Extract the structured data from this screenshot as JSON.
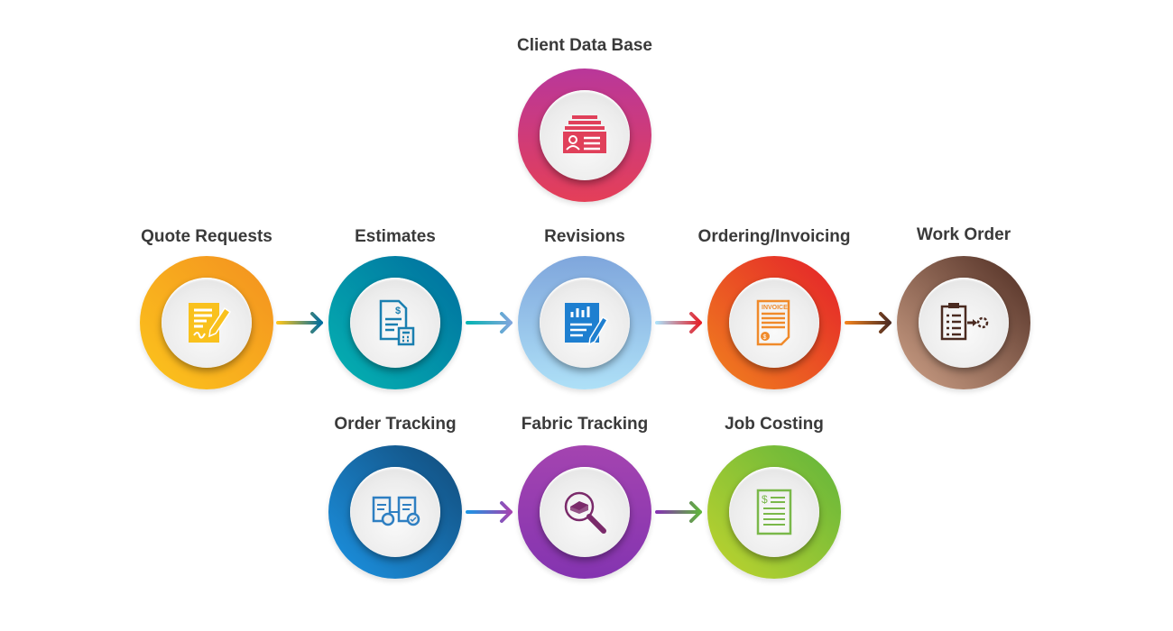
{
  "nodes": [
    {
      "label": "Client Data Base",
      "icon": "client-card-icon",
      "colors": [
        "#b9379a",
        "#e43f58"
      ],
      "icon_color": "#e0405a"
    },
    {
      "label": "Quote Requests",
      "icon": "quote-pen-icon",
      "colors": [
        "#f39020",
        "#fcc51c"
      ],
      "icon_color": "#f9c11d"
    },
    {
      "label": "Estimates",
      "icon": "estimate-calculator-icon",
      "colors": [
        "#006d9e",
        "#05b4b2"
      ],
      "icon_color": "#1a7fb0"
    },
    {
      "label": "Revisions",
      "icon": "revision-chart-icon",
      "colors": [
        "#7fa6dc",
        "#aee0f7"
      ],
      "icon_color": "#1e7fd0"
    },
    {
      "label": "Ordering/Invoicing",
      "icon": "invoice-icon",
      "colors": [
        "#e4202a",
        "#f0821e"
      ],
      "icon_color": "#f08a2a"
    },
    {
      "label": "Work Order",
      "icon": "work-order-gear-icon",
      "colors": [
        "#4e2c22",
        "#cfa288"
      ],
      "icon_color": "#4a2a20"
    },
    {
      "label": "Order Tracking",
      "icon": "order-tracking-icon",
      "colors": [
        "#124a78",
        "#1c94e4"
      ],
      "icon_color": "#2e7fc2"
    },
    {
      "label": "Fabric Tracking",
      "icon": "fabric-search-icon",
      "colors": [
        "#a444b0",
        "#8434b0"
      ],
      "icon_color": "#7a2a6a"
    },
    {
      "label": "Job Costing",
      "icon": "job-costing-icon",
      "colors": [
        "#5fb43c",
        "#c0d42e"
      ],
      "icon_color": "#7ab84a"
    }
  ],
  "invoice_text": "INVOICE"
}
